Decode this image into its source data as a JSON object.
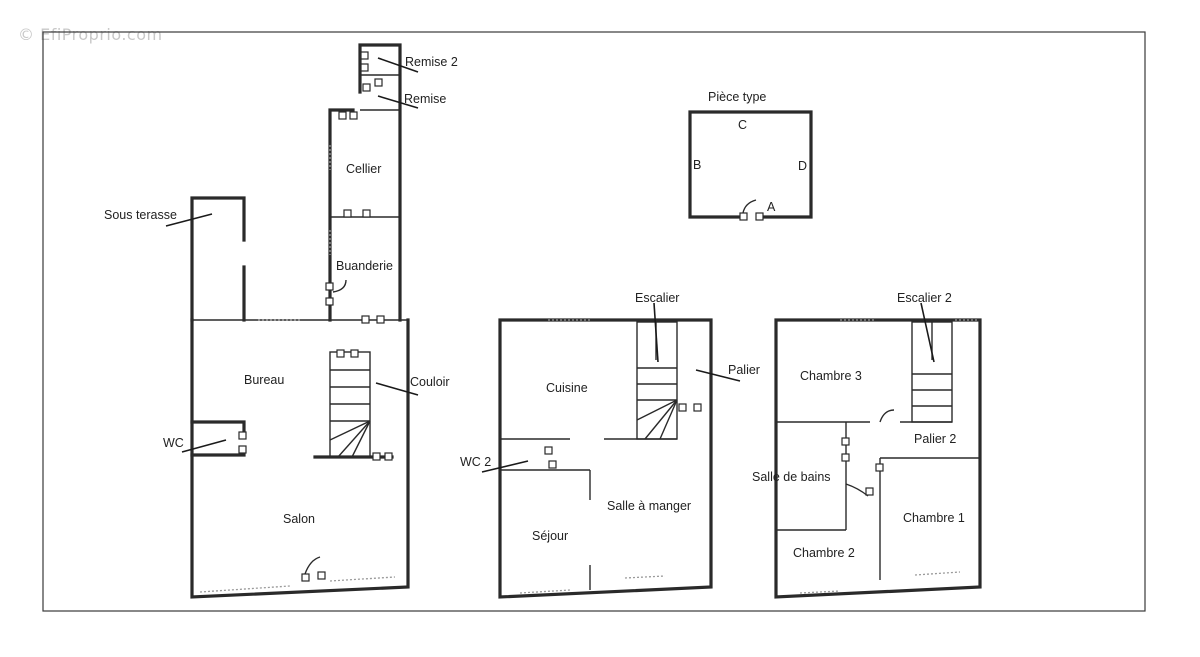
{
  "watermark": "© EfiProprio.com",
  "rooms": {
    "remise2": "Remise 2",
    "remise": "Remise",
    "cellier": "Cellier",
    "buanderie": "Buanderie",
    "sous_terasse": "Sous terasse",
    "bureau": "Bureau",
    "couloir": "Couloir",
    "wc": "WC",
    "salon": "Salon",
    "escalier": "Escalier",
    "palier": "Palier",
    "cuisine": "Cuisine",
    "wc2": "WC 2",
    "salle_a_manger": "Salle à manger",
    "sejour": "Séjour",
    "escalier2": "Escalier 2",
    "chambre3": "Chambre 3",
    "palier2": "Palier 2",
    "salle_de_bains": "Salle de bains",
    "chambre1": "Chambre 1",
    "chambre2": "Chambre 2"
  },
  "legend": {
    "title": "Pièce type",
    "side_a": "A",
    "side_b": "B",
    "side_c": "C",
    "side_d": "D"
  }
}
